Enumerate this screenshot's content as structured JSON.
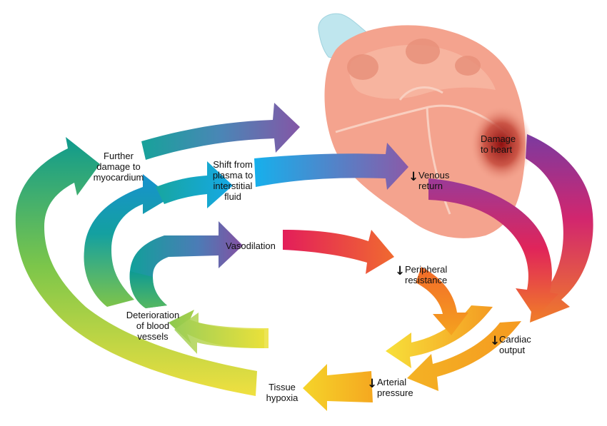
{
  "colors": {
    "heart": "#f4a58f",
    "heart_light": "#f9c7b7",
    "aorta": "#bfe6ee",
    "damage": "#9a1616",
    "teal": "#0f9a96",
    "green": "#6fc24a",
    "yellow": "#f1dc2a",
    "orange": "#f39a1c",
    "red": "#e4244e",
    "magenta": "#c1338f",
    "purple": "#7f5aa6",
    "blue": "#1aa9e6"
  },
  "labels": {
    "damage_to_heart": "Damage\nto heart",
    "venous_return": "Venous\nreturn",
    "cardiac_output": "Cardiac\noutput",
    "arterial_pressure": "Arterial\npressure",
    "peripheral_resistance": "Peripheral\nresistance",
    "vasodilation": "Vasodilation",
    "tissue_hypoxia": "Tissue\nhypoxia",
    "deterioration_of_blood_vessels": "Deterioration\nof blood\nvessels",
    "shift_from_plasma": "Shift from\nplasma to\ninterstitial\nfluid",
    "further_damage": "Further\ndamage to\nmyocardium"
  },
  "decrease_symbol": "↓"
}
